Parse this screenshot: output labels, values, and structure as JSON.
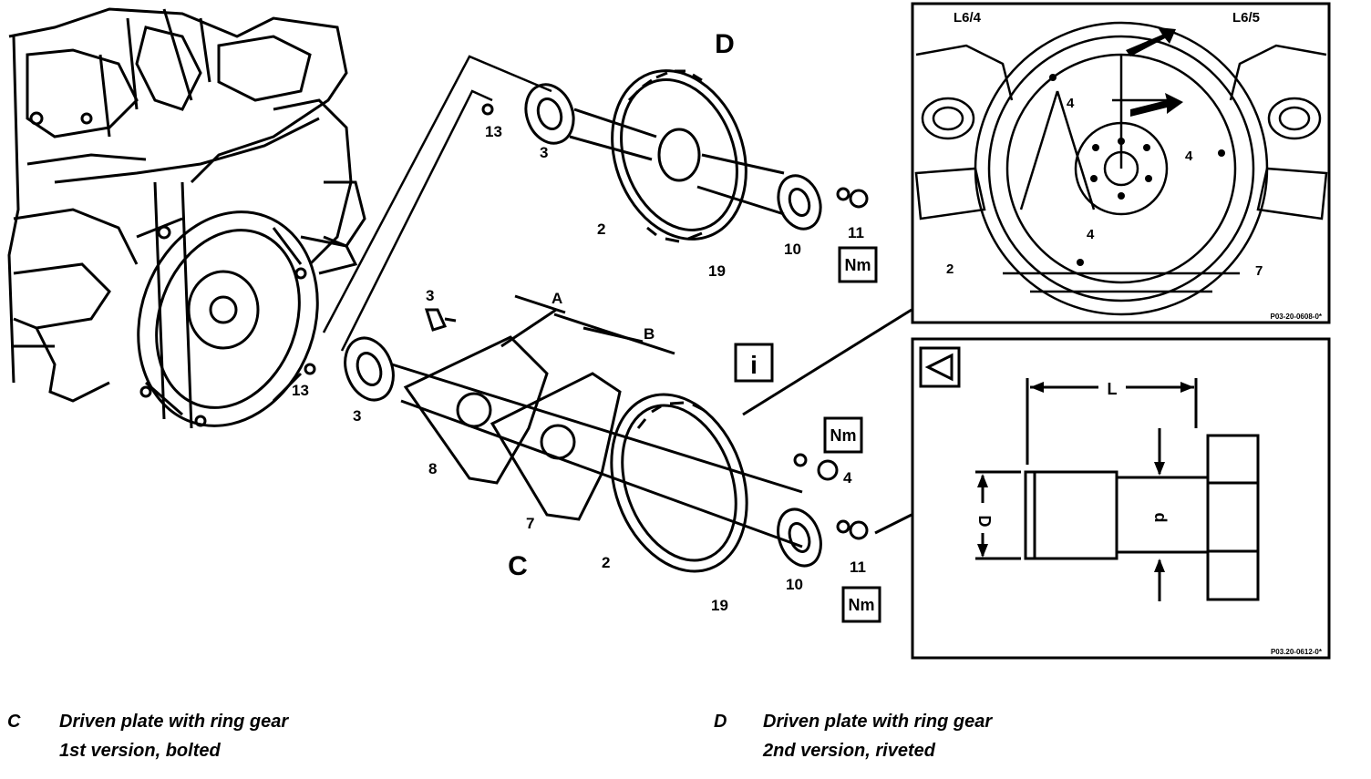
{
  "diagram": {
    "section_labels": {
      "d": "D",
      "c": "C"
    },
    "callouts": {
      "d_13": "13",
      "d_3": "3",
      "d_2": "2",
      "d_19": "19",
      "d_10": "10",
      "d_11": "11",
      "c_13": "13",
      "c_3": "3",
      "c_3b": "3",
      "c_8": "8",
      "c_7": "7",
      "c_2": "2",
      "c_19": "19",
      "c_10": "10",
      "c_11": "11",
      "c_4": "4"
    },
    "dimensions": {
      "a": "A",
      "b": "B"
    },
    "torque_badges": {
      "d_nm": "Nm",
      "c_nm_1": "Nm",
      "c_nm_2": "Nm"
    },
    "info_icon": "i",
    "inset_top": {
      "labels": {
        "l64": "L6/4",
        "l65": "L6/5",
        "n4a": "4",
        "n4b": "4",
        "n4c": "4",
        "n2": "2",
        "n7": "7"
      },
      "ref": "P03-20-0608-0*"
    },
    "inset_bottom": {
      "labels": {
        "l": "L",
        "d_upper": "D",
        "d_lower": "d"
      },
      "ref": "P03.20-0612-0*"
    }
  },
  "captions": [
    {
      "letter": "C",
      "line1": "Driven plate with ring gear",
      "line2": "1st version, bolted"
    },
    {
      "letter": "D",
      "line1": "Driven plate with ring gear",
      "line2": "2nd version, riveted"
    }
  ]
}
